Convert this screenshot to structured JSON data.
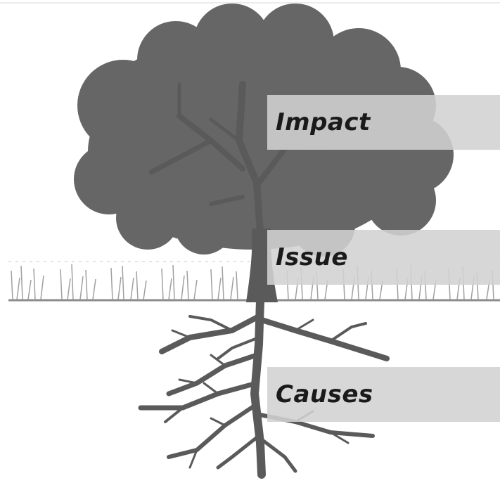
{
  "diagram": {
    "labels": {
      "impact": "Impact",
      "issue": "Issue",
      "causes": "Causes"
    },
    "colors": {
      "tree": "#666666",
      "trunk": "#5a5a5a",
      "grass": "#9a9a9a",
      "band": "#d2d2d2",
      "text": "#1a1a1a"
    }
  }
}
